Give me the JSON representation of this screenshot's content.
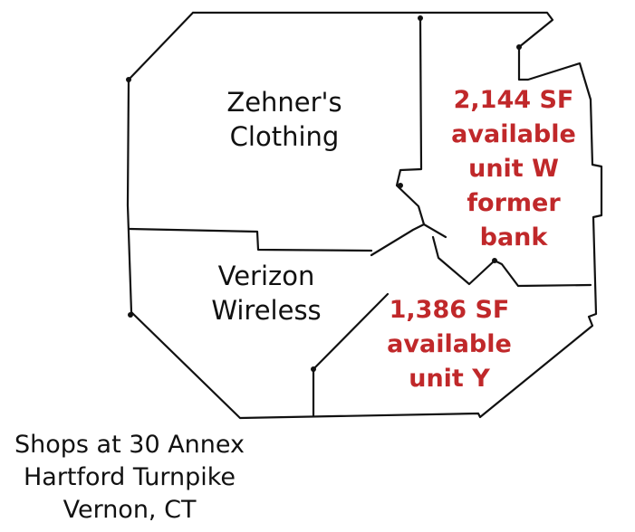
{
  "colors": {
    "available_text": "#c0282a",
    "walls": "#111111"
  },
  "units": {
    "zehners": {
      "lines": [
        "Zehner's",
        "Clothing"
      ]
    },
    "verizon": {
      "lines": [
        "Verizon",
        "Wireless"
      ]
    },
    "unit_w": {
      "lines": [
        "2,144 SF",
        "available",
        "unit W",
        "former",
        "bank"
      ]
    },
    "unit_y": {
      "lines": [
        "1,386 SF",
        "available",
        "unit Y"
      ]
    }
  },
  "address": {
    "lines": [
      "Shops at 30 Annex",
      "Hartford Turnpike",
      "Vernon, CT"
    ]
  }
}
